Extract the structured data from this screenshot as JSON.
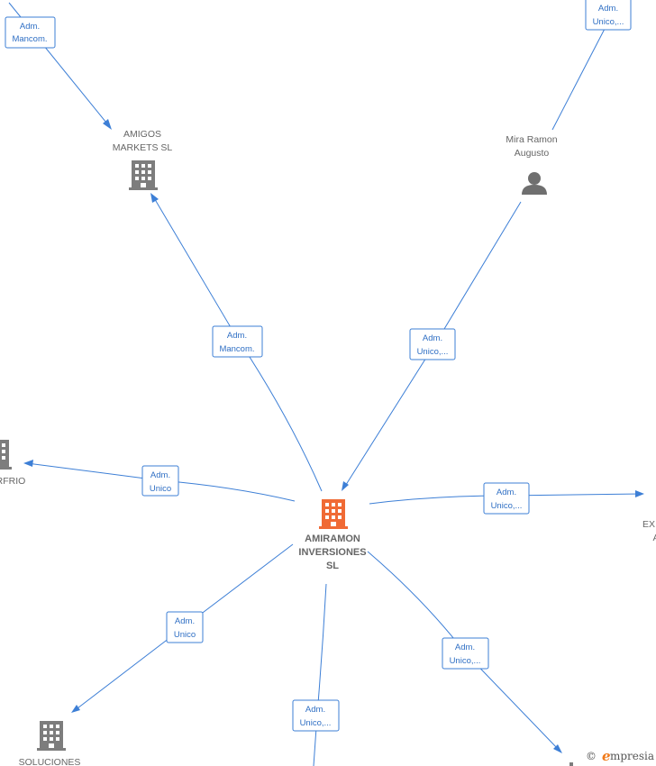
{
  "colors": {
    "edge": "#3d7fd6",
    "company_icon": "#7d7d7d",
    "central_icon": "#f06a35",
    "person_icon": "#6f6f6f"
  },
  "nodes": {
    "central": {
      "type": "company",
      "icon": "building-icon",
      "lines": [
        "AMIRAMON",
        "INVERSIONES",
        "SL"
      ]
    },
    "amigos": {
      "type": "company",
      "icon": "building-icon",
      "lines": [
        "AMIGOS",
        "MARKETS  SL"
      ]
    },
    "mira": {
      "type": "person",
      "icon": "person-icon",
      "lines": [
        "Mira Ramon",
        "Augusto"
      ]
    },
    "left": {
      "type": "company",
      "icon": "building-icon",
      "lines": [
        "RFRIO"
      ]
    },
    "right": {
      "type": "company",
      "icon": "building-icon",
      "lines": [
        "EX",
        "A"
      ]
    },
    "soluciones": {
      "type": "company",
      "icon": "building-icon",
      "lines": [
        "SOLUCIONES"
      ]
    }
  },
  "edges": [
    {
      "id": "top-left-to-amigos",
      "lines": [
        "Adm.",
        "Mancom."
      ]
    },
    {
      "id": "top-right-to-mira",
      "lines": [
        "Adm.",
        "Unico,..."
      ]
    },
    {
      "id": "central-to-amigos",
      "lines": [
        "Adm.",
        "Mancom."
      ]
    },
    {
      "id": "mira-to-central",
      "lines": [
        "Adm.",
        "Unico,..."
      ]
    },
    {
      "id": "central-to-left",
      "lines": [
        "Adm.",
        "Unico"
      ]
    },
    {
      "id": "central-to-right",
      "lines": [
        "Adm.",
        "Unico,..."
      ]
    },
    {
      "id": "central-to-soluciones",
      "lines": [
        "Adm.",
        "Unico"
      ]
    },
    {
      "id": "central-to-bottom",
      "lines": [
        "Adm.",
        "Unico,..."
      ]
    },
    {
      "id": "central-to-bottom-right",
      "lines": [
        "Adm.",
        "Unico,..."
      ]
    }
  ],
  "watermark": {
    "copyright": "©",
    "brand_initial": "e",
    "brand_rest": "mpresia"
  }
}
